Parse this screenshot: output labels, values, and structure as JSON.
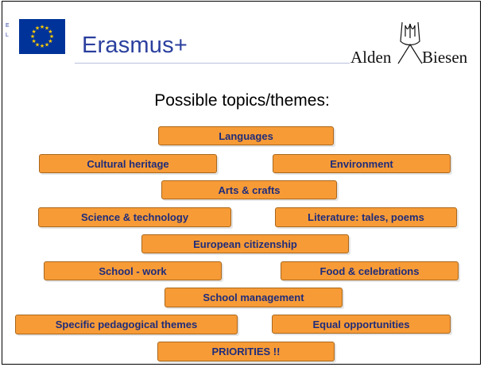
{
  "header": {
    "brand": "Erasmus+",
    "partner_word1": "Alden",
    "partner_word2": "Biesen",
    "side_marks": [
      "E",
      "L"
    ]
  },
  "subtitle": "Possible topics/themes:",
  "topics": [
    "Languages",
    "Cultural heritage",
    "Environment",
    "Arts & crafts",
    "Science & technology",
    "Literature: tales, poems",
    "European citizenship",
    "School - work",
    "Food & celebrations",
    "School management",
    "Specific pedagogical themes",
    "Equal opportunities",
    "PRIORITIES !!"
  ],
  "colors": {
    "box_fill": "#f79b37",
    "box_border": "#a9671b",
    "box_text": "#1f2c7a",
    "brand": "#2a3f9e",
    "eu_flag": "#003399",
    "eu_stars": "#ffcc00"
  },
  "icons": [
    "eu-flag-icon",
    "alden-biesen-logo"
  ]
}
